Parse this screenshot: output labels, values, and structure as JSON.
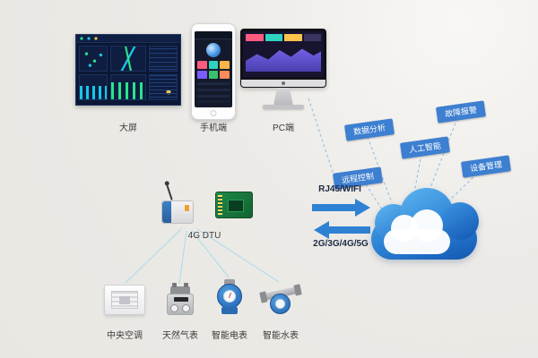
{
  "canvas": {
    "background": "#eceae6"
  },
  "terminals": {
    "big_screen": "大屏",
    "mobile": "手机端",
    "pc": "PC端"
  },
  "gateway": {
    "label": "4G DTU"
  },
  "cloud_functions": {
    "remote_control": "远程控制",
    "data_analysis": "数据分析",
    "artificial_intelligence": "人工智能",
    "fault_alarm": "故障报警",
    "device_management": "设备管理"
  },
  "links": {
    "uplink": "RJ45/WIFI",
    "downlink": "2G/3G/4G/5G"
  },
  "devices": {
    "central_ac": "中央空调",
    "gas_meter": "天然气表",
    "electric_meter": "智能电表",
    "water_meter": "智能水表"
  },
  "colors": {
    "tag_blue": "#3d7fd0",
    "arrow_blue": "#2e82d3",
    "cloud_blue_light": "#4aa8ec",
    "cloud_blue_dark": "#1257b4",
    "background": "#eceae6"
  }
}
